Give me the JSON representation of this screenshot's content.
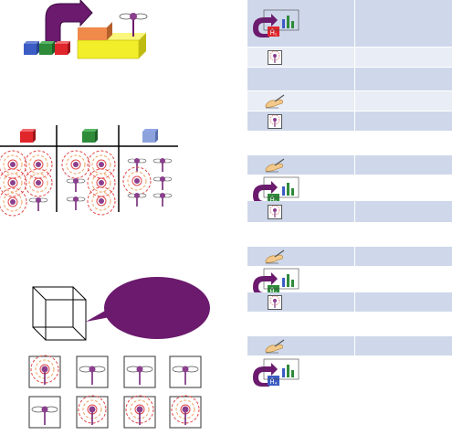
{
  "colors": {
    "purple": "#6b1a6e",
    "red": "#e0252b",
    "green": "#2e8b3a",
    "blue": "#3b5cc4",
    "orange": "#f08a4b",
    "yellow": "#f2ef2a",
    "ring_red": "#e04848",
    "ring_orange": "#f0a060",
    "table_header": "#c6d1e6",
    "table_light": "#e9edf5"
  },
  "diagram": {
    "cube_columns": [
      "red-cube",
      "green-cube",
      "blue-cube"
    ],
    "left_grid_columns": 3,
    "bottom_boxes": 8
  },
  "table": {
    "rows": [
      {
        "kind": "header",
        "icon": "circuit-measurement-icon",
        "badge": "Ĥ₁",
        "badge_color": "#e0252b"
      },
      {
        "kind": "light",
        "icon": "qubit-tile-icon"
      },
      {
        "kind": "dark",
        "icon": ""
      },
      {
        "kind": "light",
        "icon": "hand-writing-icon"
      },
      {
        "kind": "dark",
        "icon": "qubit-tile-icon"
      },
      {
        "kind": "white",
        "icon": ""
      },
      {
        "kind": "dark",
        "icon": "hand-writing-icon"
      },
      {
        "kind": "white",
        "icon": "circuit-measurement-icon",
        "badge": "Ĥ₂",
        "badge_color": "#2e8b3a"
      },
      {
        "kind": "dark",
        "icon": "qubit-tile-icon"
      },
      {
        "kind": "white",
        "icon": ""
      },
      {
        "kind": "dark",
        "icon": "hand-writing-icon"
      },
      {
        "kind": "white",
        "icon": "circuit-measurement-icon",
        "badge": "Ĥ₃",
        "badge_color": "#2e8b3a"
      },
      {
        "kind": "dark",
        "icon": "qubit-tile-icon"
      },
      {
        "kind": "white",
        "icon": ""
      },
      {
        "kind": "dark",
        "icon": "hand-writing-icon"
      },
      {
        "kind": "white",
        "icon": "circuit-measurement-icon",
        "badge": "Ĥ₄",
        "badge_color": "#3b5cc4"
      }
    ]
  }
}
